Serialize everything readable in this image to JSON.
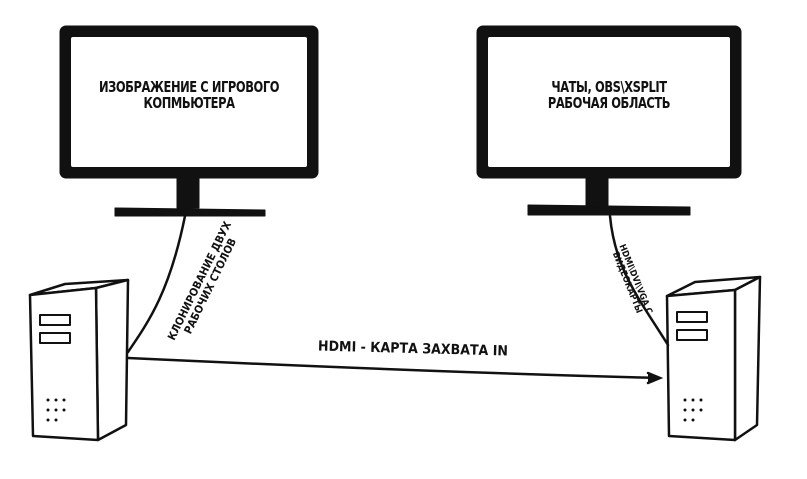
{
  "left_monitor": {
    "lines": [
      "Изображение с игрового",
      "копмьютера"
    ]
  },
  "right_monitor": {
    "lines": [
      "Чаты, OBS\\XSPLIT",
      "рабочая область"
    ]
  },
  "left_cable": {
    "lines": [
      "Клонирование двух",
      "рабочих столов"
    ]
  },
  "right_cable": {
    "label": "HDMI\\DVI\\VGA с видеокарты"
  },
  "capture_cable": {
    "label": "HDMI - карта захвата IN"
  }
}
